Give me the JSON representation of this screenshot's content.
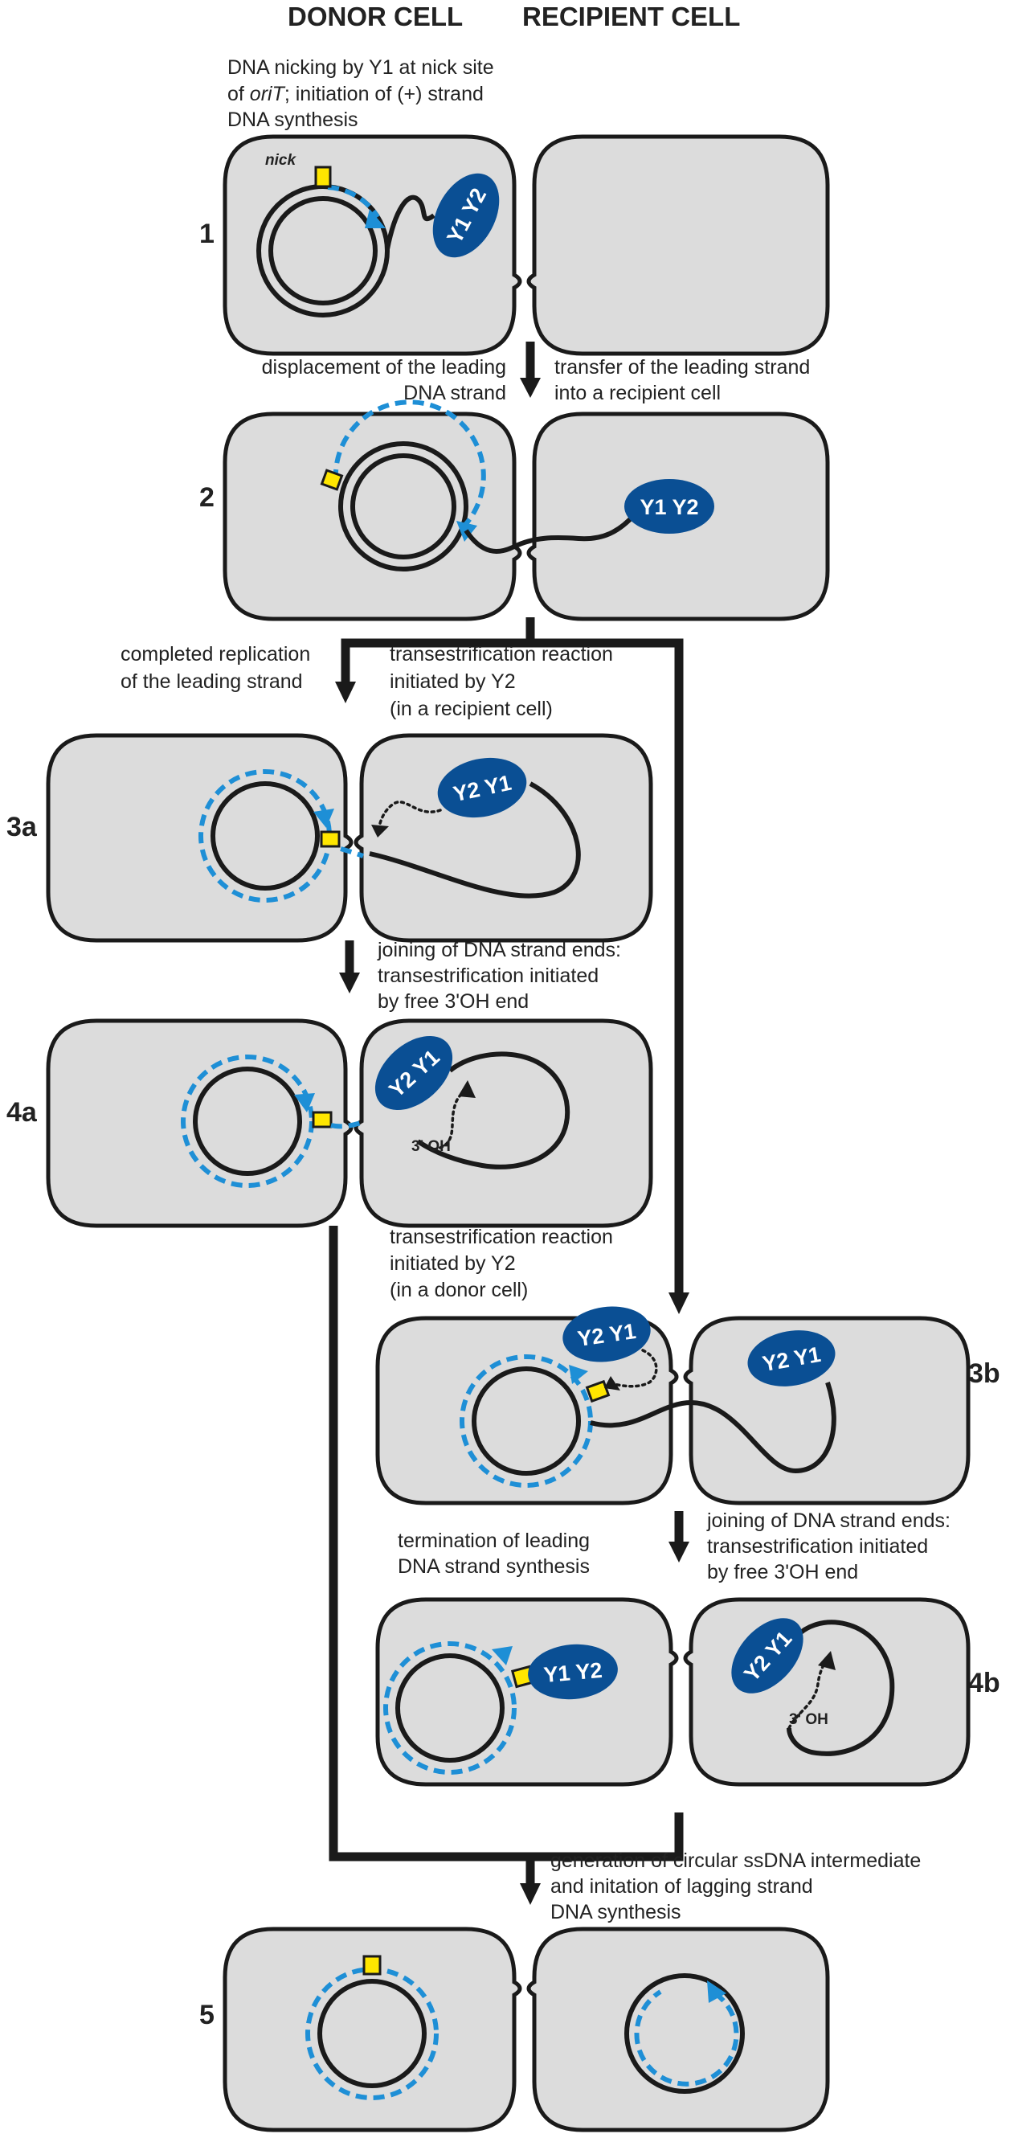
{
  "headers": {
    "donor": "DONOR CELL",
    "recipient": "RECIPIENT CELL"
  },
  "steps": {
    "s1": "1",
    "s2": "2",
    "s3a": "3a",
    "s4a": "4a",
    "s3b": "3b",
    "s4b": "4b",
    "s5": "5"
  },
  "captions": {
    "c1_line1": "DNA nicking by Y1 at nick site",
    "c1_line2_pre": "of ",
    "c1_line2_italic": "oriT",
    "c1_line2_post": "; initiation of (+) strand",
    "c1_line3": "DNA synthesis",
    "c2_left_line1": "displacement of the leading",
    "c2_left_line2": "DNA strand",
    "c2_right_line1": "transfer of the leading strand",
    "c2_right_line2": "into a recipient cell",
    "c3a_left_line1": "completed replication",
    "c3a_left_line2": "of the leading strand",
    "c3a_right_line1": "transestrification reaction",
    "c3a_right_line2": "initiated by Y2",
    "c3a_right_line3": "(in a recipient cell)",
    "c4a_line1": "joining of DNA strand ends:",
    "c4a_line2": "transestrification initiated",
    "c4a_line3": "by free 3'OH end",
    "c3b_line1": "transestrification reaction",
    "c3b_line2": "initiated by Y2",
    "c3b_line3": "(in a donor cell)",
    "c4b_left_line1": "termination of leading",
    "c4b_left_line2": "DNA strand synthesis",
    "c4b_right_line1": "joining of DNA strand ends:",
    "c4b_right_line2": "transestrification initiated",
    "c4b_right_line3": "by free 3'OH end",
    "c5_line1": "generation of circular ssDNA intermediate",
    "c5_line2": "and initation of lagging strand",
    "c5_line3": "DNA synthesis"
  },
  "labels": {
    "nick": "nick",
    "oh_4a": "3' OH",
    "oh_4b": "3' OH",
    "protein_y1y2": "Y1 Y2",
    "protein_y2y1": "Y2 Y1"
  },
  "colors": {
    "cell_fill": "#dcdcdc",
    "protein": "#0a4f94",
    "new_dna": "#1e8fd6",
    "nick_site": "#ffe600"
  }
}
